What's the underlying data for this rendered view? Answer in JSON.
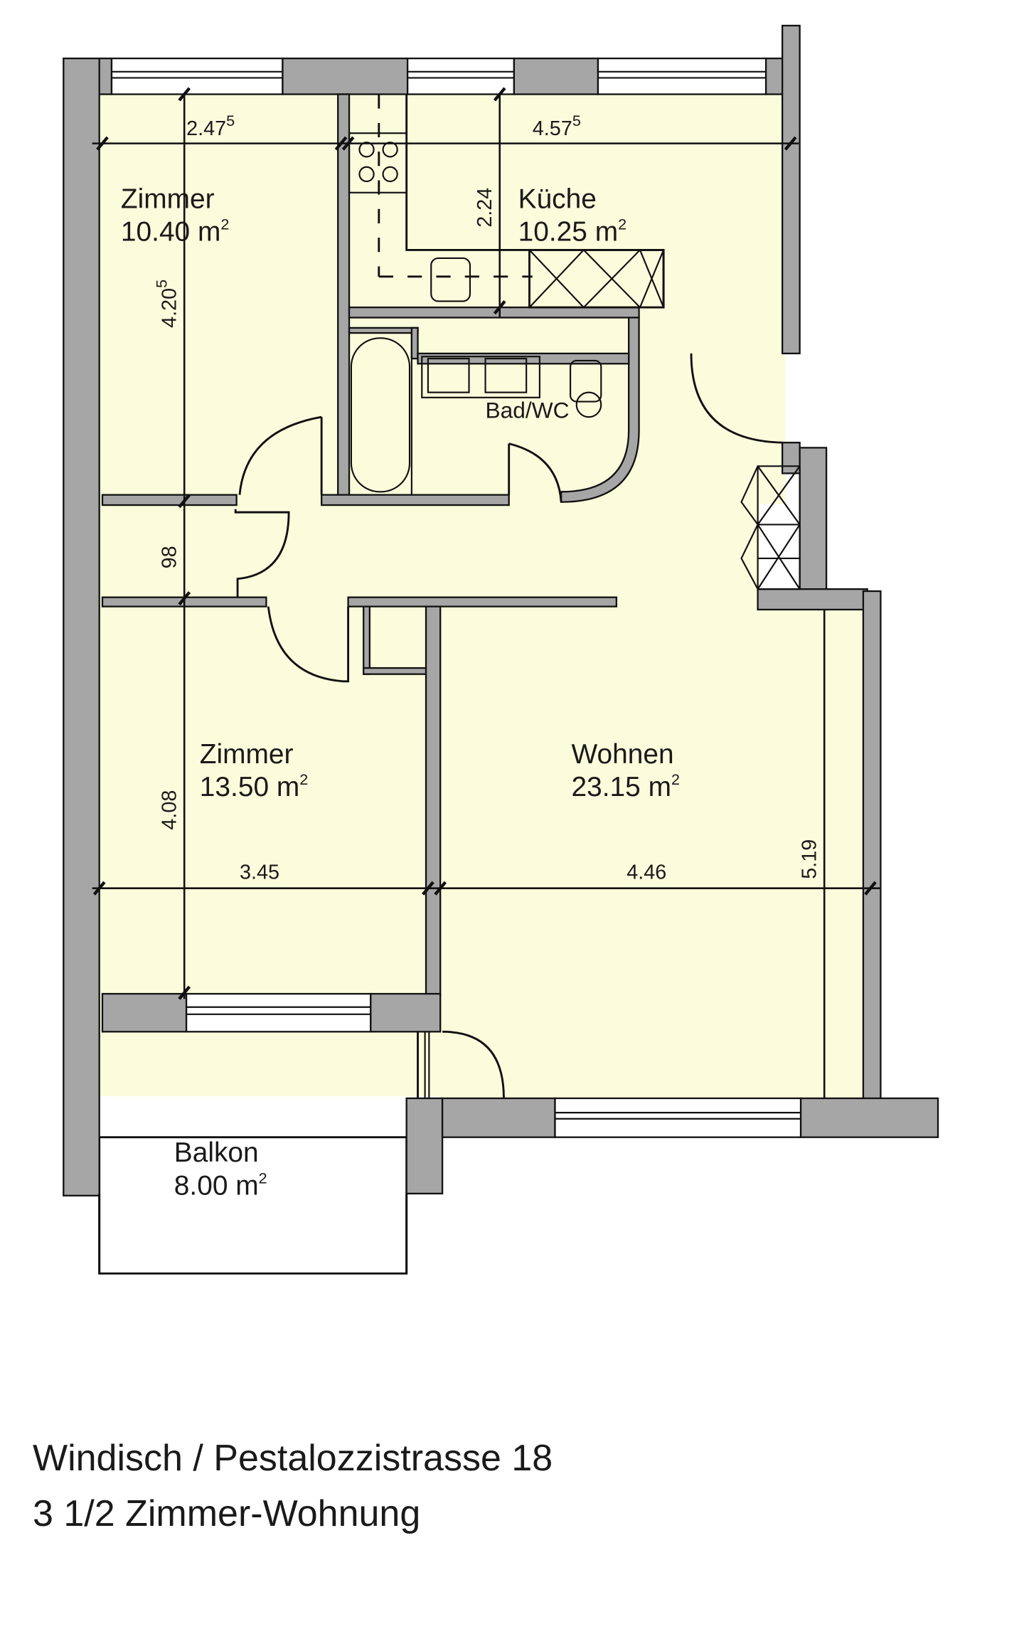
{
  "plan": {
    "rooms": [
      {
        "name": "Zimmer",
        "area": "10.40 m",
        "sup": "2"
      },
      {
        "name": "Küche",
        "area": "10.25 m",
        "sup": "2"
      },
      {
        "name": "Bad/WC"
      },
      {
        "name": "Zimmer",
        "area": "13.50 m",
        "sup": "2"
      },
      {
        "name": "Wohnen",
        "area": "23.15 m",
        "sup": "2"
      },
      {
        "name": "Balkon",
        "area": "8.00 m",
        "sup": "2"
      }
    ],
    "dimensions": {
      "zimmer1_width": "2.47",
      "zimmer1_width_sup": "5",
      "kueche_width": "4.57",
      "kueche_width_sup": "5",
      "zimmer1_height": "4.20",
      "zimmer1_height_sup": "5",
      "kueche_depth": "2.24",
      "corridor": "98",
      "zimmer2_height": "4.08",
      "zimmer2_width": "3.45",
      "wohnen_width": "4.46",
      "wohnen_height": "5.19"
    },
    "colors": {
      "room_fill": "#fbfcdc",
      "wall": "#a6a6a6",
      "balcony": "#ffffff"
    }
  },
  "caption": {
    "address": "Windisch / Pestalozzistrasse 18",
    "type": "3 1/2 Zimmer-Wohnung"
  }
}
